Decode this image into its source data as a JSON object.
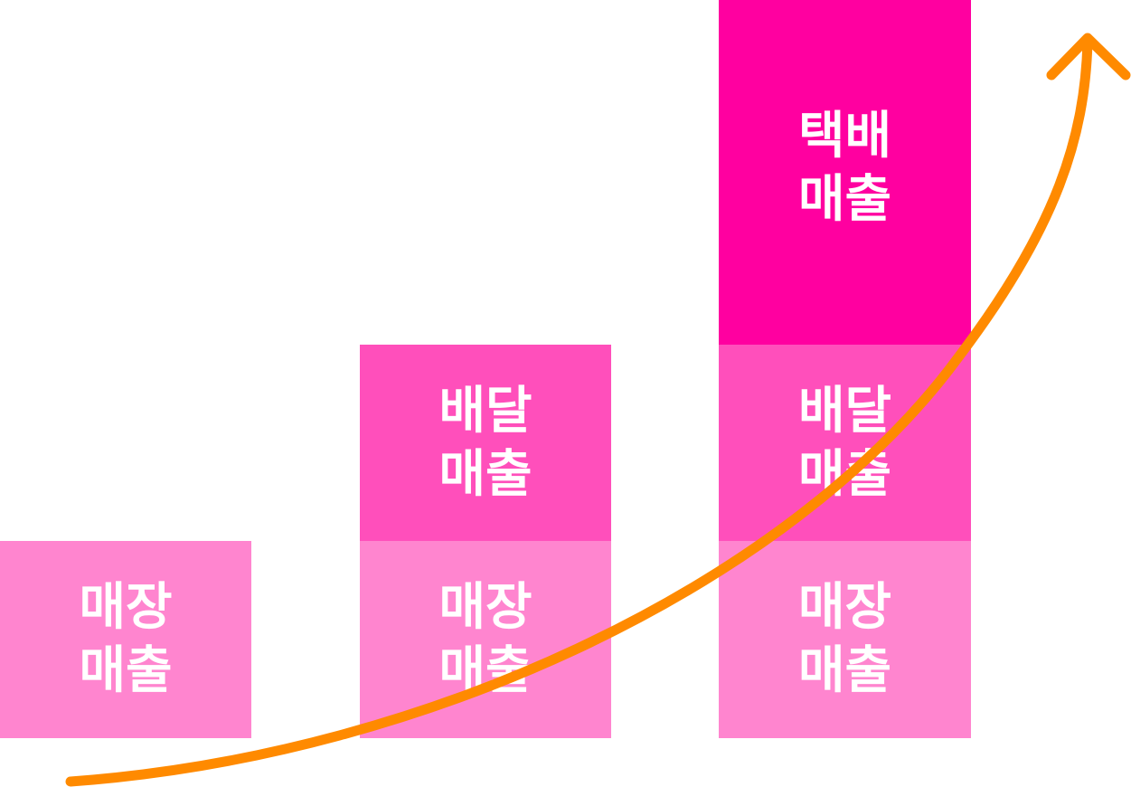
{
  "colors": {
    "store": "#ff85cf",
    "delivery": "#ff4fbb",
    "parcel": "#ff00a0",
    "arrow": "#ff8a00"
  },
  "columns": [
    {
      "blocks": [
        {
          "key": "store",
          "label": "매장\n매출"
        }
      ]
    },
    {
      "blocks": [
        {
          "key": "delivery",
          "label": "배달\n매출"
        },
        {
          "key": "store",
          "label": "매장\n매출"
        }
      ]
    },
    {
      "blocks": [
        {
          "key": "parcel",
          "label": "택배\n매출"
        },
        {
          "key": "delivery",
          "label": "배달\n매출"
        },
        {
          "key": "store",
          "label": "매장\n매출"
        }
      ]
    }
  ],
  "arrow": {
    "icon": "growth-arrow-icon"
  }
}
